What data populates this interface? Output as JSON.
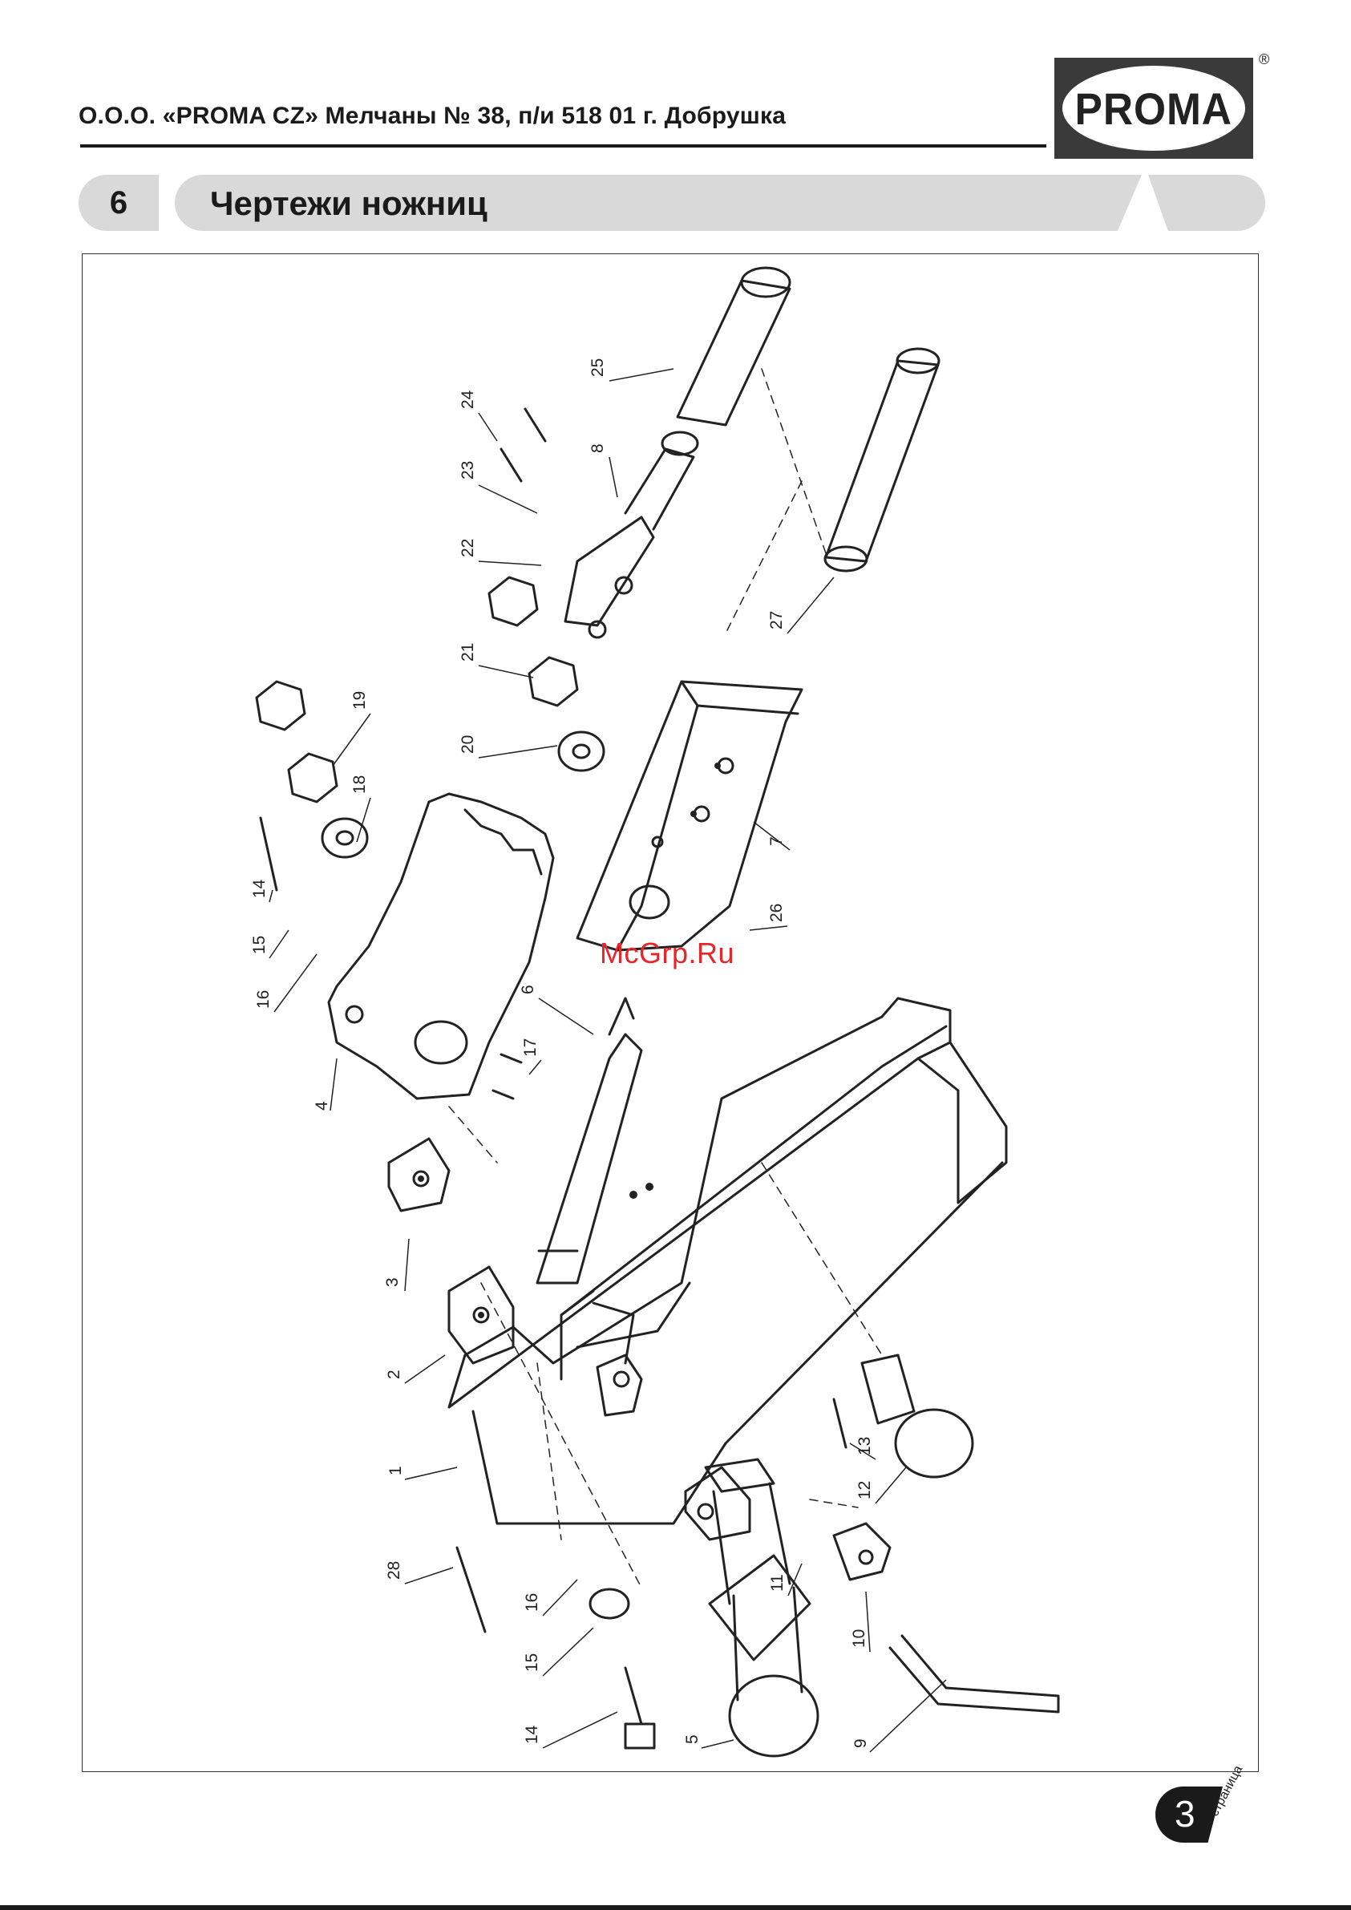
{
  "header": {
    "company_line": "О.О.О. «PROMA CZ» Мелчаны № 38, п/и 518 01 г. Добрушка",
    "logo_text": "PROMA",
    "registered_mark": "®"
  },
  "section": {
    "number": "6",
    "title": "Чертежи ножниц"
  },
  "drawing": {
    "part_labels": [
      "1",
      "2",
      "3",
      "4",
      "5",
      "6",
      "7",
      "8",
      "9",
      "10",
      "11",
      "12",
      "13",
      "14",
      "15",
      "16",
      "17",
      "18",
      "19",
      "20",
      "21",
      "22",
      "23",
      "24",
      "25",
      "26",
      "27",
      "28",
      "14",
      "15",
      "16"
    ]
  },
  "watermark": "McGrp.Ru",
  "footer": {
    "page_number": "3",
    "page_word": "страница"
  }
}
